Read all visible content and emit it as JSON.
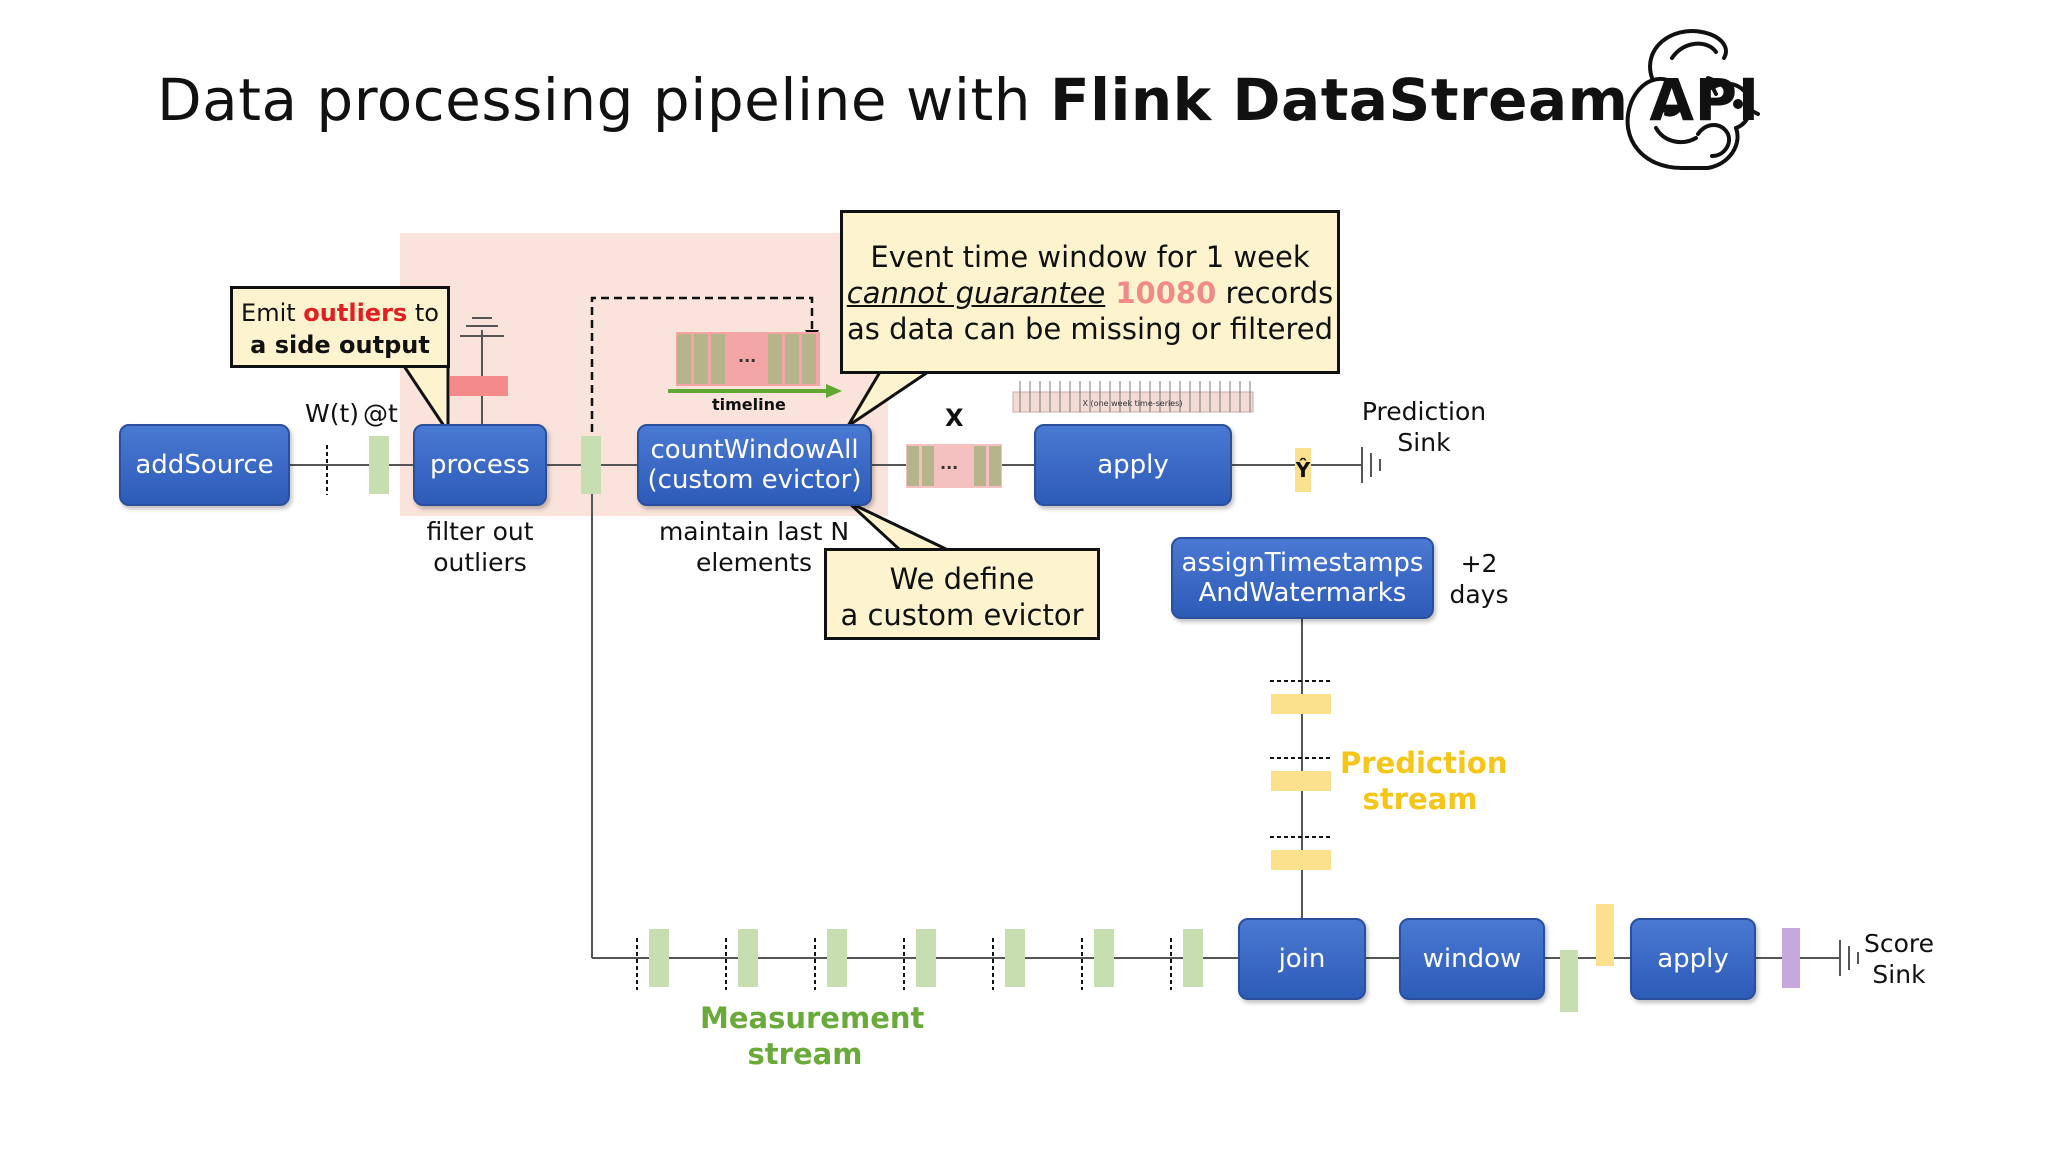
{
  "title": {
    "normal": "Data processing pipeline with ",
    "bold": "Flink DataStream API"
  },
  "nodes": {
    "addSource": "addSource",
    "process": "process",
    "countWindowAll_line1": "countWindowAll",
    "countWindowAll_line2": "(custom evictor)",
    "apply1": "apply",
    "assign_line1": "assignTimestamps",
    "assign_line2": "AndWatermarks",
    "join": "join",
    "window": "window",
    "apply2": "apply"
  },
  "labels": {
    "wt": "W(t)",
    "at": "@t",
    "filter_line1": "filter out",
    "filter_line2": "outliers",
    "maintain_line1": "maintain last N",
    "maintain_line2": "elements",
    "prediction_sink_line1": "Prediction",
    "prediction_sink_line2": "Sink",
    "plus2_line1": "+2",
    "plus2_line2": "days",
    "score_sink_line1": "Score",
    "score_sink_line2": "Sink",
    "timeline": "timeline",
    "x": "X",
    "yhat": "Ŷ",
    "dots": "...",
    "ts_strip": "X (one week time-series)"
  },
  "callouts": {
    "emit": {
      "w1": "Emit ",
      "w2": "outliers",
      "w3": " to",
      "line2": "a side output"
    },
    "event": {
      "line1": "Event time window for 1 week",
      "l2a": "cannot guarantee",
      "l2b": " 10080",
      "l2c": " records",
      "line3": "as data can be missing or filtered"
    },
    "evictor": {
      "line1": "We define",
      "line2": "a custom evictor"
    }
  },
  "streams": {
    "prediction_line1": "Prediction",
    "prediction_line2": "stream",
    "measurement_line1": "Measurement",
    "measurement_line2": "stream"
  },
  "colors": {
    "node_blue": "#3566c4",
    "prediction_yellow": "#f5c518",
    "measurement_green": "#6aaa3a",
    "green_block": "#c6deb0",
    "yellow_block": "#fbe08d",
    "red_block": "#f48a8a",
    "purple_block": "#c8a8dc",
    "shade": "#f9e3da",
    "callout_fill": "#fdf4cf"
  }
}
